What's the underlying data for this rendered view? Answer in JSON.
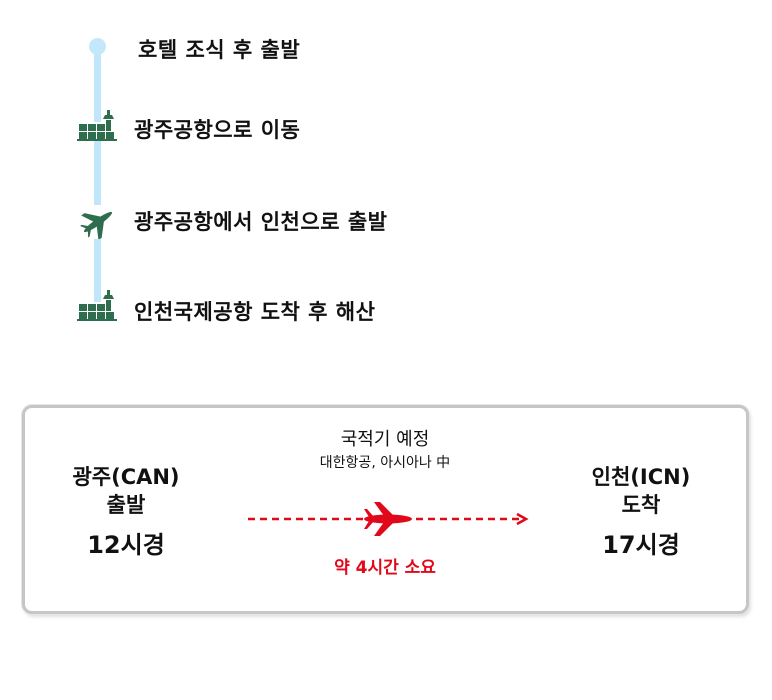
{
  "itinerary": {
    "steps": [
      {
        "icon": "dot-icon",
        "label": "호텔 조식 후 출발"
      },
      {
        "icon": "airport-icon",
        "label": "광주공항으로 이동"
      },
      {
        "icon": "airplane-icon",
        "label": "광주공항에서 인천으로 출발"
      },
      {
        "icon": "airport-icon",
        "label": "인천국제공항 도착 후 해산"
      }
    ]
  },
  "flight": {
    "departure": {
      "city": "광주(CAN)",
      "status": "출발",
      "time": "12시경"
    },
    "arrival": {
      "city": "인천(ICN)",
      "status": "도착",
      "time": "17시경"
    },
    "carrier_title": "국적기 예정",
    "carriers": "대한항공, 아시아나 中",
    "duration": "약 4시간 소요"
  },
  "colors": {
    "timeline": "#bfe6fb",
    "icon_green": "#2e6e4e",
    "accent_red": "#e1081a",
    "card_border": "#c6c6c6"
  }
}
